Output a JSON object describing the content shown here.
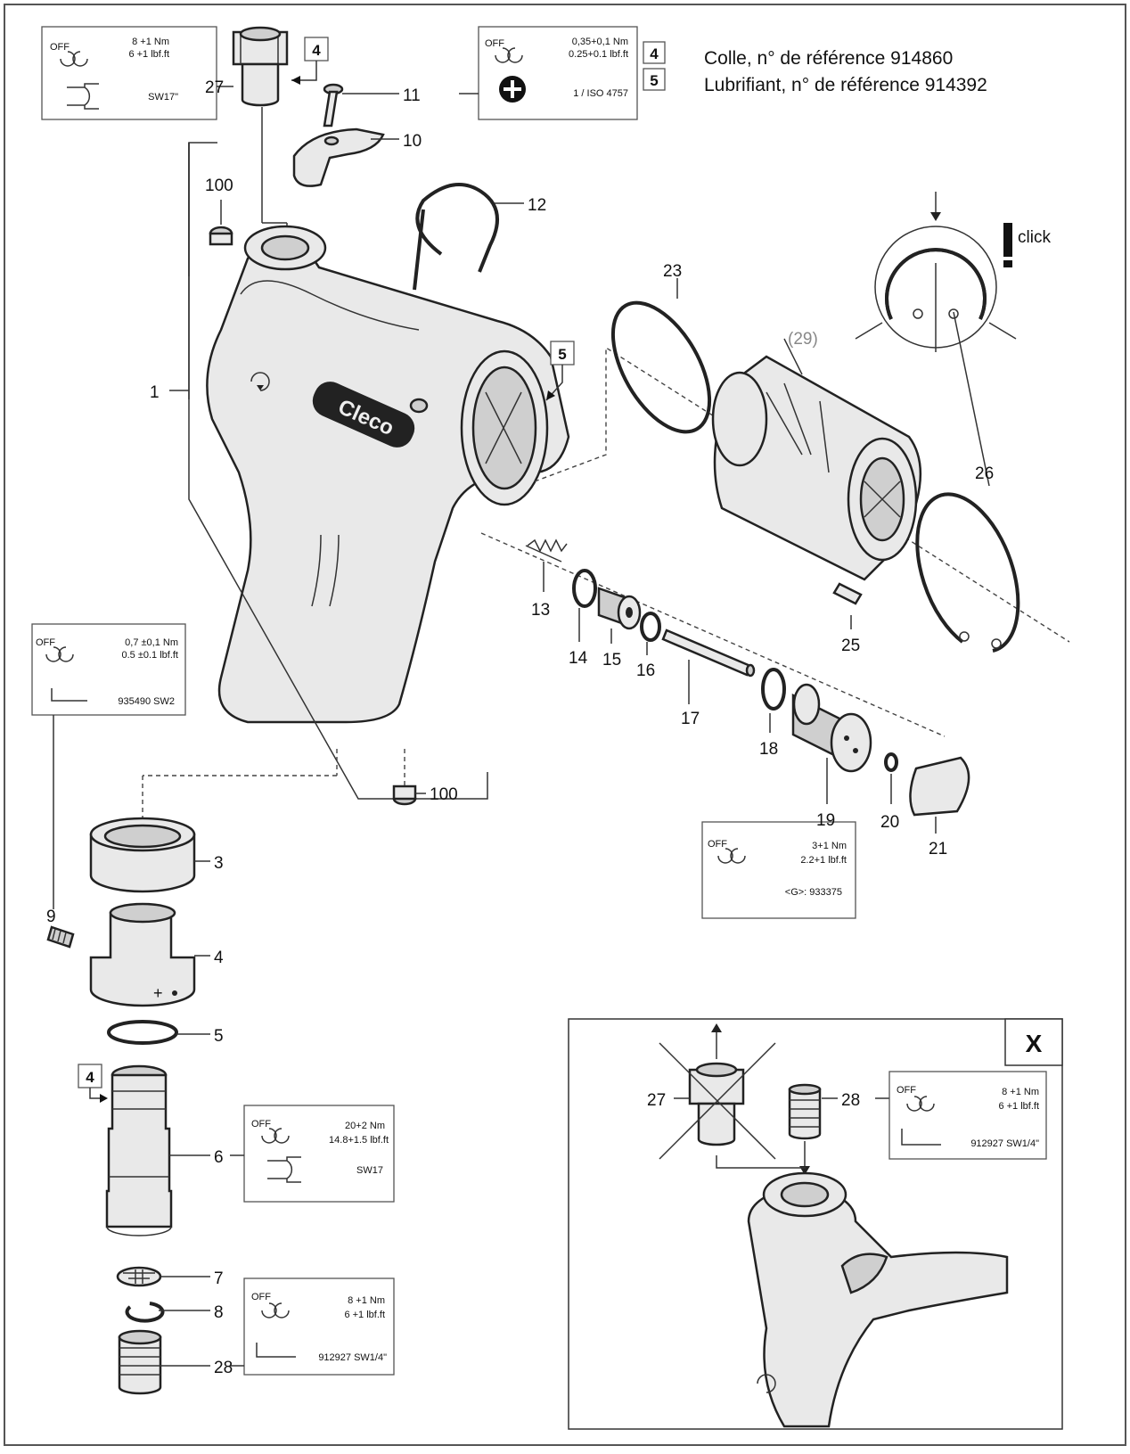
{
  "notes": {
    "glue": "Colle, n° de référence 914860",
    "lubricant": "Lubrifiant, n° de référence 914392"
  },
  "part_labels": [
    "1",
    "3",
    "4",
    "5",
    "6",
    "7",
    "8",
    "9",
    "10",
    "11",
    "12",
    "13",
    "14",
    "15",
    "16",
    "17",
    "18",
    "19",
    "20",
    "21",
    "23",
    "25",
    "26",
    "27",
    "28",
    "100",
    "100"
  ],
  "part_29_label": "(29)",
  "brand": "Cleco",
  "click_text": "click",
  "callout_tags": [
    "4",
    "5",
    "4",
    "4"
  ],
  "spec_boxes": {
    "top_left": {
      "off": "OFF",
      "line1": "8 +1 Nm",
      "line2": "6 +1 lbf.ft",
      "tool": "SW17\""
    },
    "top_center": {
      "off": "OFF",
      "line1": "0,35+0,1 Nm",
      "line2": "0.25+0.1 lbf.ft",
      "tool": "1 / ISO 4757",
      "tag_a": "4",
      "tag_b": "5"
    },
    "mid_left": {
      "off": "OFF",
      "line1": "0,7 ±0,1 Nm",
      "line2": "0.5 ±0.1 lbf.ft",
      "tool": "935490 SW2"
    },
    "valve": {
      "off": "OFF",
      "line1": "3+1 Nm",
      "line2": "2.2+1 lbf.ft",
      "tool": "<G>: 933375"
    },
    "inlet": {
      "off": "OFF",
      "line1": "20+2 Nm",
      "line2": "14.8+1.5 lbf.ft",
      "tool": "SW17"
    },
    "bottom": {
      "off": "OFF",
      "line1": "8 +1 Nm",
      "line2": "6 +1 lbf.ft",
      "tool": "912927 SW1/4\""
    },
    "x_panel": {
      "off": "OFF",
      "line1": "8 +1 Nm",
      "line2": "6 +1 lbf.ft",
      "tool": "912927 SW1/4\""
    }
  },
  "x_panel": {
    "title": "X",
    "labels": [
      "27",
      "28"
    ]
  }
}
